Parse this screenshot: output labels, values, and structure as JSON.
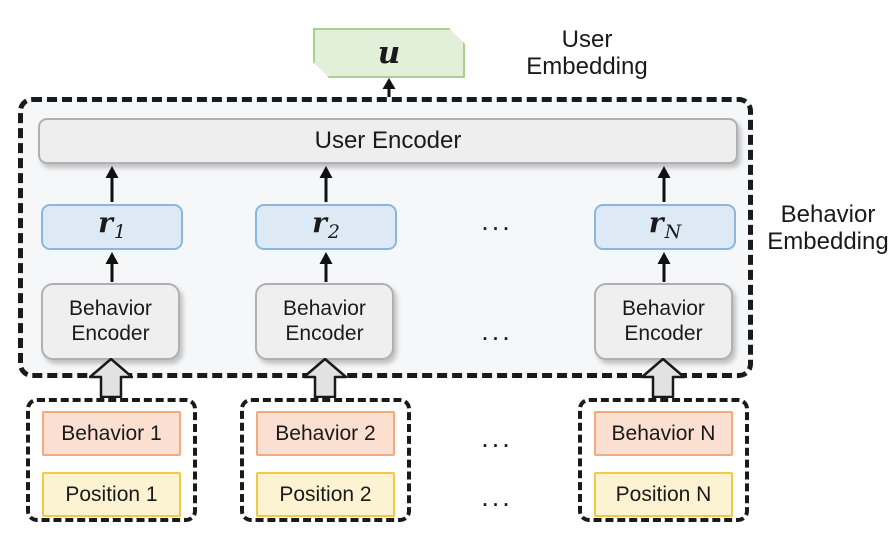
{
  "figure": {
    "title": "User modeling architecture with behavior and position inputs",
    "colors": {
      "user_embedding_fill": "#e2efd9",
      "user_embedding_border": "#a9cf91",
      "behavior_embedding_fill": "#ddeaf6",
      "behavior_embedding_border": "#8cb7dd",
      "encoder_fill": "#efefef",
      "encoder_border": "#b0b0b0",
      "behavior_tag_fill": "#fbe0d2",
      "behavior_tag_border": "#f2ab81",
      "position_tag_fill": "#fcf3d2",
      "position_tag_border": "#f5c842",
      "panel_fill": "#f6f7f9",
      "dashed_stroke": "#1a1a1a"
    }
  },
  "user_embedding": {
    "symbol": "u",
    "annotation": "User\nEmbedding"
  },
  "user_encoder": {
    "label": "User Encoder"
  },
  "behavior_embedding": {
    "annotation": "Behavior\nEmbedding",
    "items": [
      {
        "symbol": "r",
        "subscript": "1"
      },
      {
        "symbol": "r",
        "subscript": "2"
      },
      {
        "symbol": "r",
        "subscript": "N"
      }
    ]
  },
  "behavior_encoders": [
    {
      "line1": "Behavior",
      "line2": "Encoder"
    },
    {
      "line1": "Behavior",
      "line2": "Encoder"
    },
    {
      "line1": "Behavior",
      "line2": "Encoder"
    }
  ],
  "inputs": [
    {
      "behavior": "Behavior 1",
      "position": "Position 1"
    },
    {
      "behavior": "Behavior 2",
      "position": "Position 2"
    },
    {
      "behavior": "Behavior N",
      "position": "Position N"
    }
  ],
  "ellipses": {
    "glyph": "...",
    "embedding_row": "...",
    "encoder_row": "...",
    "input_behavior_row": "...",
    "input_position_row": "..."
  }
}
